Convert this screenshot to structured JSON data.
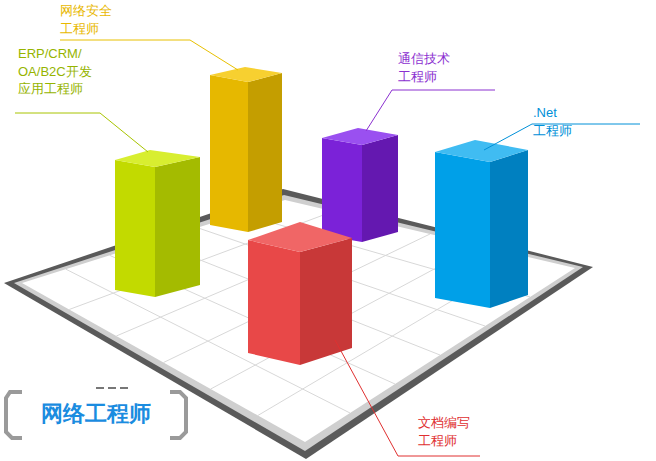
{
  "diagram": {
    "title": "网络工程师",
    "labels": [
      "网络安全 工程师",
      "ERP/CRM/ OA/B2C开发 应用工程师",
      "通信技术 工程师",
      ".Net 工程师",
      "文档编写 工程师"
    ]
  }
}
